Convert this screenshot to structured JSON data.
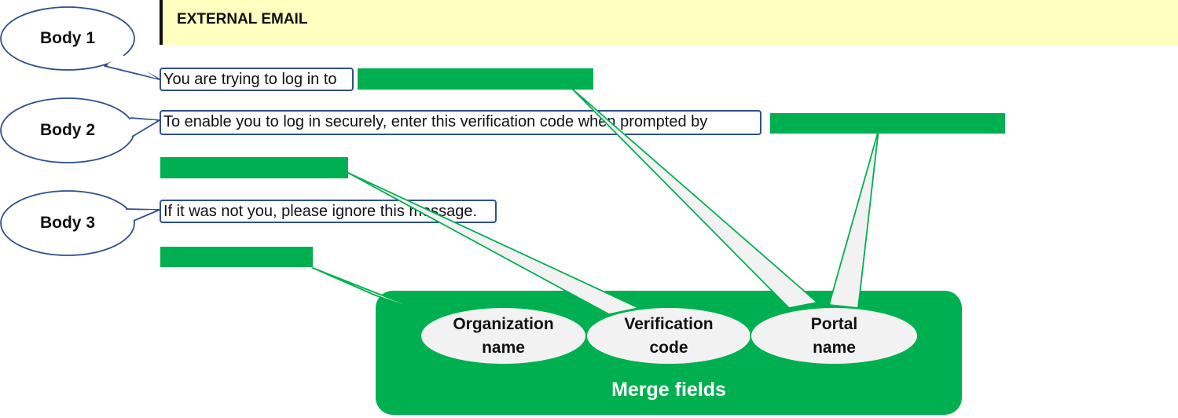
{
  "banner": {
    "text": "EXTERNAL EMAIL"
  },
  "callouts": [
    {
      "label": "Body 1"
    },
    {
      "label": "Body 2"
    },
    {
      "label": "Body 3"
    }
  ],
  "body_lines": [
    {
      "text": "You are trying to log in to"
    },
    {
      "text": "To enable you to log in securely, enter this verification code when prompted by"
    },
    {
      "text": "If it was not you, please ignore this message."
    }
  ],
  "merge": {
    "title": "Merge fields",
    "fields": [
      {
        "line1": "Organization",
        "line2": "name"
      },
      {
        "line1": "Verification",
        "line2": "code"
      },
      {
        "line1": "Portal",
        "line2": "name"
      }
    ]
  },
  "colors": {
    "green": "#00b050",
    "callout_border": "#2f4f8f",
    "banner": "#ffffc0",
    "ellipse_fill": "#f2f2f2"
  }
}
